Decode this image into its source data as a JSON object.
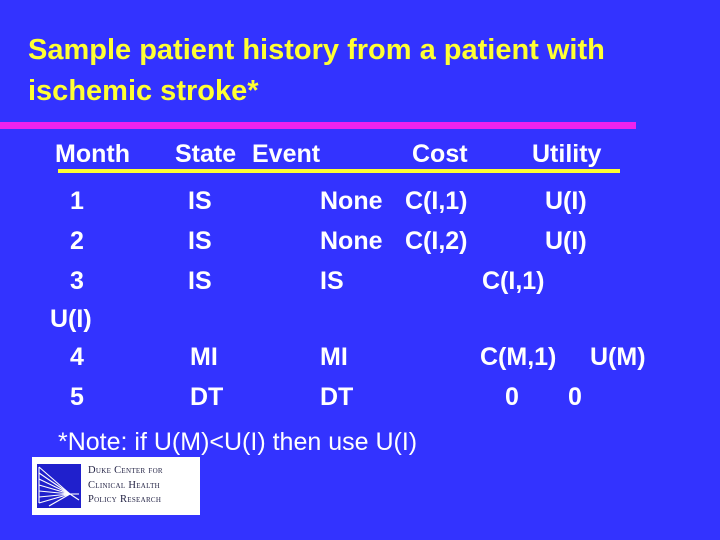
{
  "slide": {
    "background_color": "#3333FF",
    "title": "Sample patient history from a patient with ischemic stroke*",
    "title_color": "#FFFF33",
    "rule_color": "#EE22EE",
    "header_underline_color": "#FFFF33",
    "text_color": "#FFFFFF"
  },
  "table": {
    "columns": [
      "Month",
      "State",
      "Event",
      "Cost",
      "Utility"
    ],
    "rows": [
      {
        "month": "1",
        "state": "IS",
        "event": "None",
        "cost": "C(I,1)",
        "utility": "U(I)"
      },
      {
        "month": "2",
        "state": "IS",
        "event": "None",
        "cost": "C(I,2)",
        "utility": "U(I)"
      },
      {
        "month": "3",
        "state": "IS",
        "event": "IS",
        "cost": "C(I,1)",
        "utility": "U(I)"
      },
      {
        "month": "4",
        "state": "MI",
        "event": "MI",
        "cost": "C(M,1)",
        "utility": "U(M)"
      },
      {
        "month": "5",
        "state": "DT",
        "event": "DT",
        "cost": "0",
        "utility": "0"
      }
    ]
  },
  "footnote": "*Note: if U(M)<U(I) then use U(I)",
  "logo": {
    "line1": "Duke Center for",
    "line2": "Clinical Health",
    "line3": "Policy Research"
  }
}
